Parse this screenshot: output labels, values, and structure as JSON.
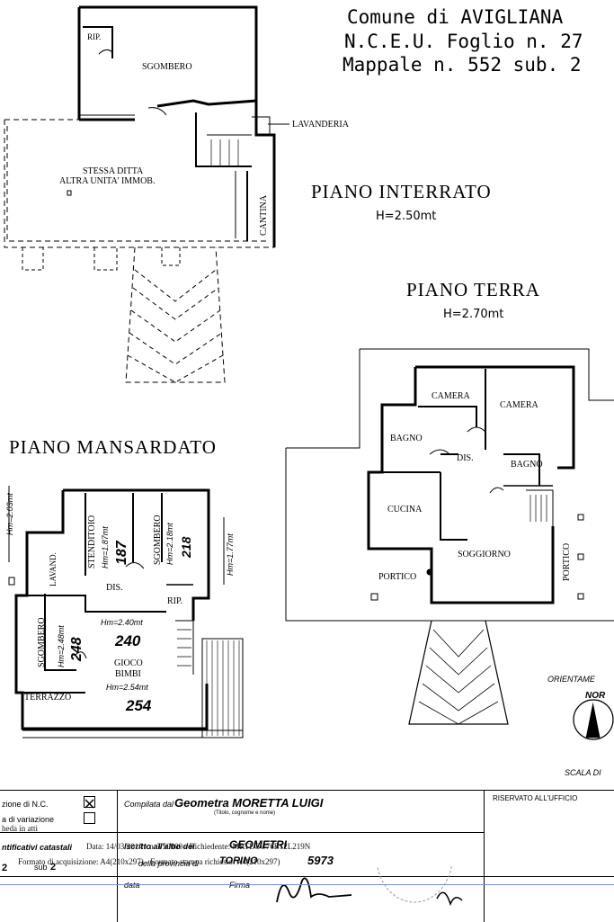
{
  "header": {
    "line1": "Comune di AVIGLIANA",
    "line2": "N.C.E.U. Foglio n. 27",
    "line3": "Mappale n. 552 sub. 2"
  },
  "floors": {
    "interrato": {
      "title": "PIANO INTERRATO",
      "height": "H=2.50mt"
    },
    "terra": {
      "title": "PIANO TERRA",
      "height": "H=2.70mt"
    },
    "mansardato": {
      "title": "PIANO MANSARDATO"
    }
  },
  "rooms_interrato": {
    "rip": "RIP.",
    "sgombero": "SGOMBERO",
    "lavanderia": "LAVANDERIA",
    "stessa_ditta": "STESSA DITTA",
    "altra_unita": "ALTRA UNITA' IMMOB.",
    "cantina": "CANTINA"
  },
  "rooms_terra": {
    "camera1": "CAMERA",
    "camera2": "CAMERA",
    "bagno1": "BAGNO",
    "bagno2": "BAGNO",
    "dis": "DIS.",
    "cucina": "CUCINA",
    "soggiorno": "SOGGIORNO",
    "portico1": "PORTICO",
    "portico2": "PORTICO"
  },
  "rooms_mansardato": {
    "hm_outer": "Hm=2.03mt",
    "lavand": "LAVAND.",
    "stenditoio": "STENDITOIO",
    "stenditoio_h": "Hm=1.87mt",
    "sgombero_top": "SGOMBERO",
    "sgombero_top_h": "Hm=2.18mt",
    "hm_right": "Hm=1.77mt",
    "dis": "DIS.",
    "rip": "RIP.",
    "sgombero_left": "SGOMBERO",
    "sgombero_left_h": "Hm=2.48mt",
    "gioco_h1": "Hm=2.40mt",
    "gioco": "GIOCO",
    "bimbi": "BIMBI",
    "gioco_h2": "Hm=2.54mt",
    "terrazzo": "TERRAZZO"
  },
  "handwritten": {
    "n187": "187",
    "n218": "218",
    "n240": "240",
    "n254": "254",
    "n248": "248"
  },
  "orientation": {
    "label": "ORIENTAME",
    "north": "NOR",
    "scale": "SCALA DI"
  },
  "form": {
    "dichiarazione": "zione di N.C.",
    "variazione": "a di variazione",
    "scheda_in_atti": "heda in atti",
    "identificativi": "ntificativi catastali",
    "mapp": "2",
    "sub_label": "sub",
    "sub_val": "2",
    "compilata_label": "Compilata dal",
    "compilata_val": "Geometra MORETTA LUIGI",
    "compilata_hint": "(Titolo, cognome e nome)",
    "iscritto_label": "Iscritto all'albo dei",
    "iscritto_val": "GEOMETRI",
    "provincia_label": "della provincia di",
    "provincia_val": "TORINO",
    "numero_val": "5973",
    "data_label": "data",
    "firma_label": "Firma",
    "riservato": "RISERVATO ALL'UFFICIO"
  },
  "overlay": {
    "data_line": "Data: 14/03/2014 - n. T50000 - Richiedente: MRTLGU76B12L219N",
    "format_line": "Formato di acquisizione: A4(210x297) - Formato stampa richiesto: A4(210x297)"
  }
}
